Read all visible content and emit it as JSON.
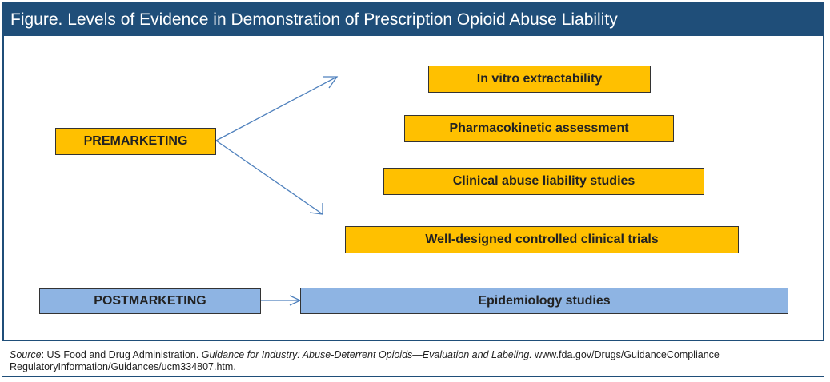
{
  "title": "Figure. Levels of Evidence in Demonstration of Prescription Opioid Abuse Liability",
  "boxes": {
    "premarketing": "PREMARKETING",
    "postmarketing": "POSTMARKETING",
    "in_vitro": "In vitro extractability",
    "pharmacokinetic": "Pharmacokinetic assessment",
    "clinical_abuse": "Clinical abuse liability studies",
    "controlled_trials": "Well-designed controlled clinical trials",
    "epidemiology": "Epidemiology studies"
  },
  "colors": {
    "title_bar": "#1f4e79",
    "orange_box": "#ffc000",
    "blue_box": "#8eb4e3",
    "arrow": "#4f81bd"
  },
  "source": {
    "label": "Source",
    "agency": ": US Food and Drug Administration. ",
    "guidance": "Guidance for Industry: Abuse-Deterrent Opioids—Evaluation and Labeling.",
    "url": " www.fda.gov/Drugs/GuidanceCompliance RegulatoryInformation/Guidances/ucm334807.htm."
  }
}
